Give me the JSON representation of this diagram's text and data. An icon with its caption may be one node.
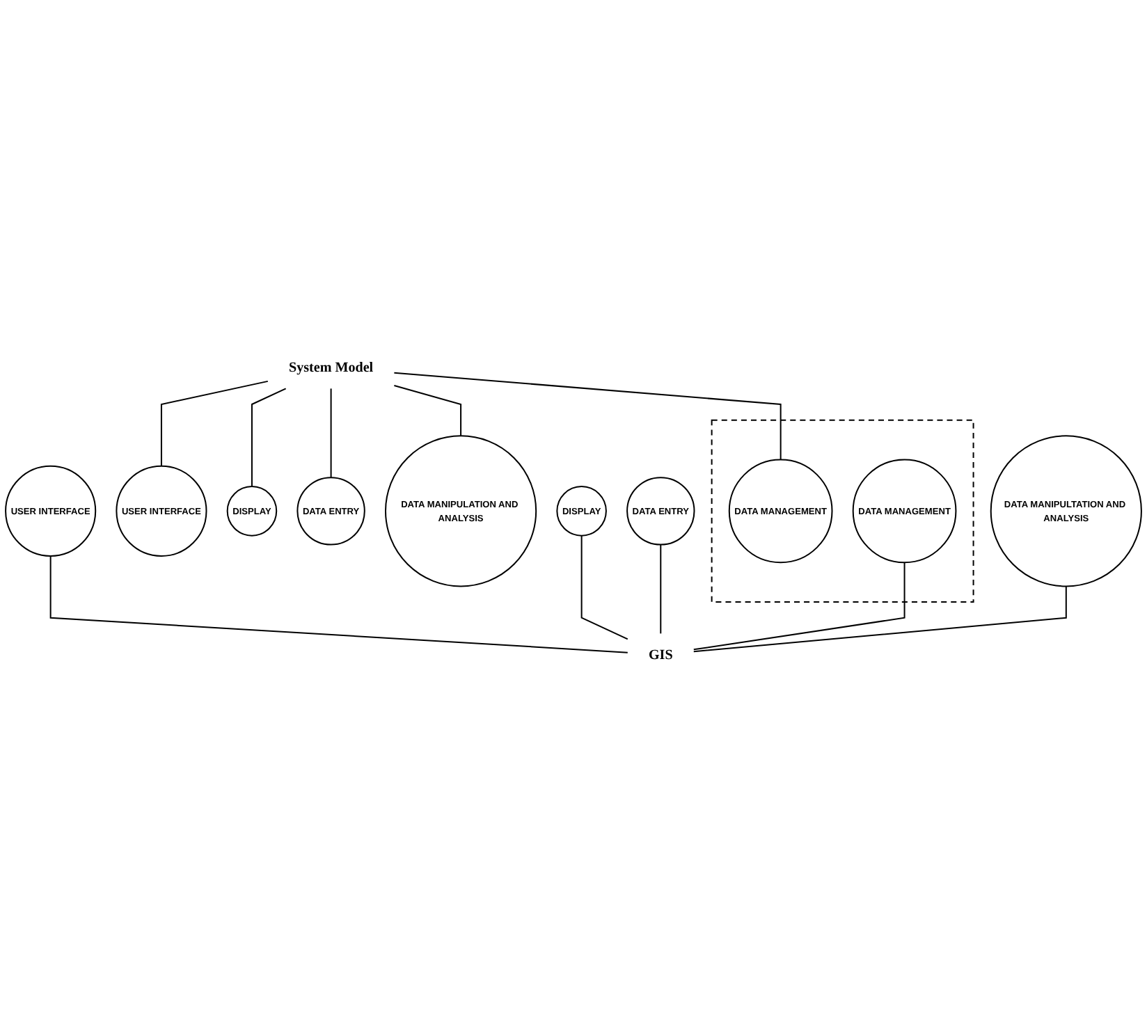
{
  "diagram": {
    "nodes": [
      {
        "text": [
          "System Model"
        ]
      },
      {
        "text": [
          "USER INTERFACE"
        ]
      },
      {
        "text": [
          "DISPLAY"
        ]
      },
      {
        "text": [
          "DATA ENTRY"
        ]
      },
      {
        "text": [
          "DATA MANIPULATION AND ANALYSIS"
        ]
      },
      {
        "text": [],
        "shape": "box"
      },
      {
        "text": [
          "DATA MANAGEMENT"
        ],
        "in": 5
      },
      {
        "text": [
          "DATA MANAGEMENT"
        ],
        "in": 5
      },
      {
        "text": [
          "DATA ENTRY"
        ]
      },
      {
        "text": [
          "DATA MANIPULTATION AND ANALYSIS"
        ]
      },
      {
        "text": [
          "USER INTERFACE"
        ]
      },
      {
        "text": [
          "DISPLAY"
        ]
      },
      {
        "text": [
          "GIS"
        ]
      }
    ],
    "edges": [
      {
        "from": 0,
        "to": 1,
        "arrow": "none"
      },
      {
        "from": 0,
        "to": 2,
        "arrow": "none"
      },
      {
        "from": 0,
        "to": 3,
        "arrow": "none"
      },
      {
        "from": 0,
        "to": 6,
        "arrow": "none"
      },
      {
        "from": 0,
        "to": 4,
        "arrow": "none"
      },
      {
        "from": 10,
        "to": 12,
        "arrow": "none"
      },
      {
        "from": 11,
        "to": 12,
        "arrow": "none"
      },
      {
        "from": 8,
        "to": 12,
        "arrow": "none"
      },
      {
        "from": 7,
        "to": 12,
        "arrow": "none"
      },
      {
        "from": 9,
        "to": 12,
        "arrow": "none"
      }
    ]
  }
}
